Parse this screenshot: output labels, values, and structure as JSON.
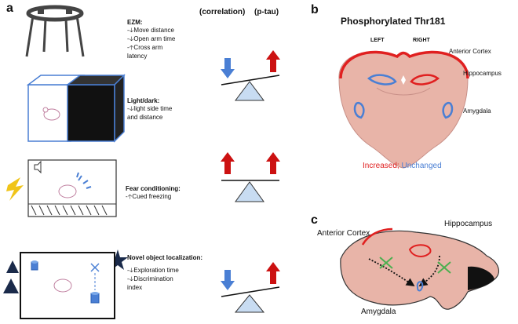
{
  "panel_a": {
    "letter": "a",
    "header_correlation": "(correlation)",
    "header_ptau": "(p-tau)",
    "tests": [
      {
        "title": "EZM:",
        "lines": [
          "Move distance",
          "Open arm time",
          "Cross arm",
          "latency"
        ]
      },
      {
        "title": "Light/dark:",
        "lines": [
          "light side time",
          "and distance"
        ]
      },
      {
        "title": "Fear conditioning:",
        "lines": [
          "Cued freezing"
        ]
      },
      {
        "title": "Novel object localization:",
        "lines": [
          "Exploration time",
          "Discrimination",
          "index"
        ]
      }
    ]
  },
  "panel_b": {
    "letter": "b",
    "title": "Phosphorylated Thr181",
    "left": "LEFT",
    "right": "RIGHT",
    "regions": [
      "Anterior Cortex",
      "Hippocampus",
      "Amygdala"
    ],
    "legend_increased": "Increased;",
    "legend_unchanged": "Unchanged"
  },
  "panel_c": {
    "letter": "c",
    "anterior_cortex": "Anterior Cortex",
    "hippocampus": "Hippocampus",
    "amygdala": "Amygdala"
  },
  "colors": {
    "increased": "#e02020",
    "unchanged": "#4a7fd4",
    "brain_fill": "#e8b4a8",
    "balance": "#c8dcf2"
  }
}
